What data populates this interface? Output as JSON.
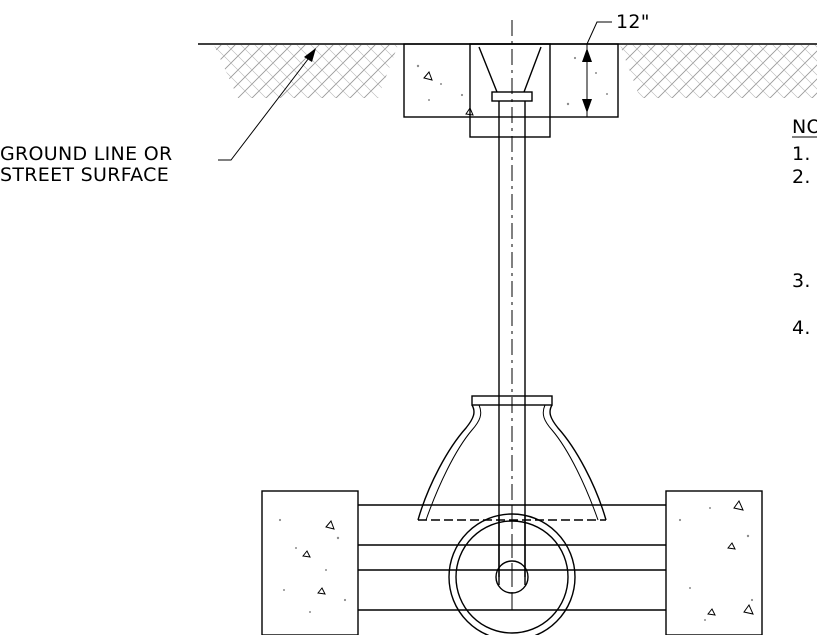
{
  "labels": {
    "ground_line_1": "GROUND LINE OR",
    "ground_line_2": "STREET SURFACE",
    "dimension": "12\""
  },
  "notes": {
    "heading": "NO",
    "items": [
      "1.",
      "2.",
      "3.",
      "4."
    ]
  }
}
